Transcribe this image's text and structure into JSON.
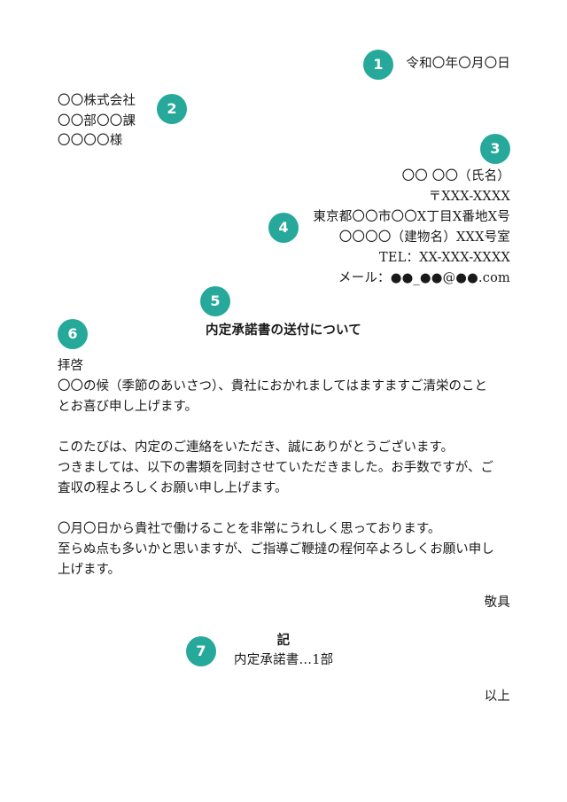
{
  "accent_color": "#26a99a",
  "badges": [
    "1",
    "2",
    "3",
    "4",
    "5",
    "6",
    "7"
  ],
  "date": "令和〇年〇月〇日",
  "recipient": {
    "company": "〇〇株式会社",
    "department": "〇〇部〇〇課",
    "name": "〇〇〇〇様"
  },
  "sender": {
    "name": "〇〇 〇〇（氏名）",
    "postal": "〒XXX-XXXX",
    "address1": "東京都〇〇市〇〇X丁目X番地X号",
    "address2": "〇〇〇〇（建物名）XXX号室",
    "tel": "TEL：XX-XXX-XXXX",
    "email": "メール：●●_●●@●●.com"
  },
  "subject": "内定承諾書の送付について",
  "body": {
    "opening": "拝啓",
    "paragraph1": [
      "〇〇の候（季節のあいさつ）、貴社におかれましてはますますご清栄のこと",
      "とお喜び申し上げます。"
    ],
    "paragraph2": [
      "このたびは、内定のご連絡をいただき、誠にありがとうございます。",
      "つきましては、以下の書類を同封させていただきました。お手数ですが、ご",
      "査収の程よろしくお願い申し上げます。"
    ],
    "paragraph3": [
      "〇月〇日から貴社で働けることを非常にうれしく思っております。",
      "至らぬ点も多いかと思いますが、ご指導ご鞭撻の程何卒よろしくお願い申し",
      "上げます。"
    ],
    "closing": "敬具"
  },
  "enclosure": {
    "heading": "記",
    "item": "内定承諾書…1部",
    "end": "以上"
  }
}
